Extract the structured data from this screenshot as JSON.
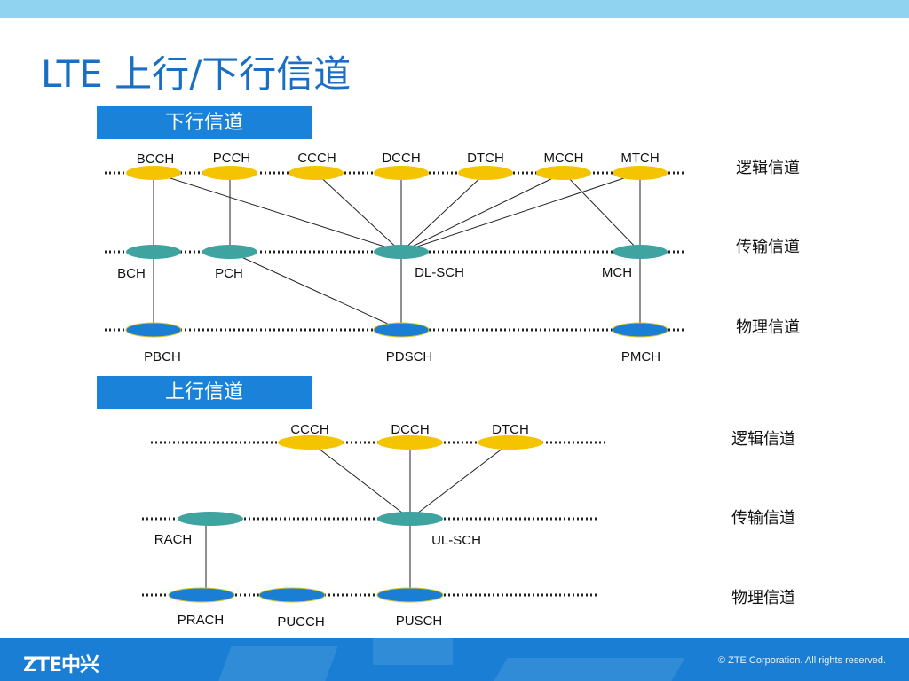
{
  "title": "LTE 上行/下行信道",
  "downlink": {
    "header": "下行信道",
    "logical": [
      "BCCH",
      "PCCH",
      "CCCH",
      "DCCH",
      "DTCH",
      "MCCH",
      "MTCH"
    ],
    "transport": [
      "BCH",
      "PCH",
      "DL-SCH",
      "MCH"
    ],
    "physical": [
      "PBCH",
      "PDSCH",
      "PMCH"
    ],
    "row_labels": [
      "逻辑信道",
      "传输信道",
      "物理信道"
    ]
  },
  "uplink": {
    "header": "上行信道",
    "logical": [
      "CCCH",
      "DCCH",
      "DTCH"
    ],
    "transport": [
      "RACH",
      "UL-SCH"
    ],
    "physical": [
      "PRACH",
      "PUCCH",
      "PUSCH"
    ],
    "row_labels": [
      "逻辑信道",
      "传输信道",
      "物理信道"
    ]
  },
  "footer": {
    "logo": "ZTE中兴",
    "copyright": "© ZTE Corporation. All rights reserved."
  },
  "colors": {
    "logical": "#f5c400",
    "transport": "#3fa3a0",
    "physical": "#1a7fd4",
    "accent": "#1a82d8"
  }
}
